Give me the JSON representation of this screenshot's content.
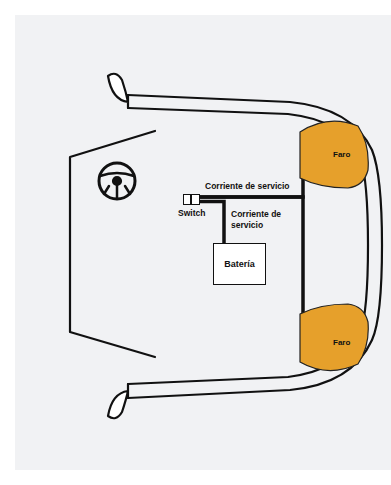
{
  "diagram": {
    "nodes": [
      {
        "text": [
          "Faro"
        ]
      },
      {
        "text": [
          "Switch"
        ]
      },
      {
        "text": [
          "Batería"
        ]
      },
      {
        "text": [
          "Faro"
        ]
      }
    ],
    "edges": [
      {
        "from": 2,
        "to": 1,
        "arrow": "none",
        "label": "Corriente de servicio"
      },
      {
        "from": 1,
        "to": 0,
        "arrow": "none",
        "label": "Corriente de servicio"
      },
      {
        "from": 1,
        "to": 3,
        "arrow": "none"
      }
    ]
  }
}
